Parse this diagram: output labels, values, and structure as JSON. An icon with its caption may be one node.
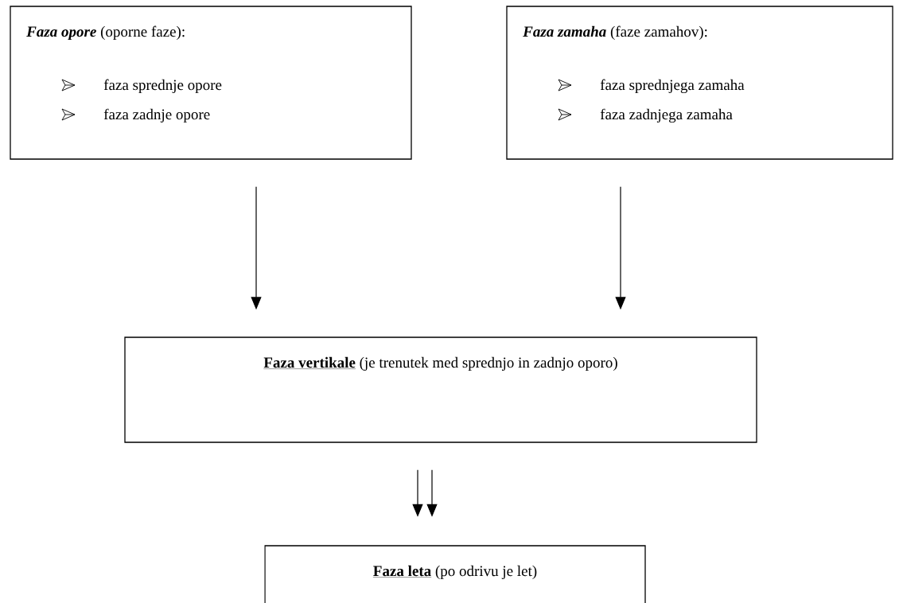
{
  "diagram": {
    "nodes": [
      {
        "text": [
          "*Faza opore* (oporne faze):",
          "faza sprednje opore",
          "faza zadnje opore"
        ]
      },
      {
        "text": [
          "*Faza zamaha* (faze zamahov):",
          "faza sprednjega zamaha",
          "faza zadnjega zamaha"
        ]
      },
      {
        "text": [
          "**Faza vertikale** (je trenutek med sprednjo in zadnjo oporo)"
        ]
      },
      {
        "text": [
          "**Faza leta** (po odrivu je let)"
        ]
      }
    ],
    "edges": [
      {
        "from": 0,
        "to": 2,
        "arrow": "to"
      },
      {
        "from": 1,
        "to": 2,
        "arrow": "to"
      },
      {
        "from": 2,
        "to": 3,
        "arrow": "to"
      },
      {
        "from": 2,
        "to": 3,
        "arrow": "to"
      }
    ]
  }
}
